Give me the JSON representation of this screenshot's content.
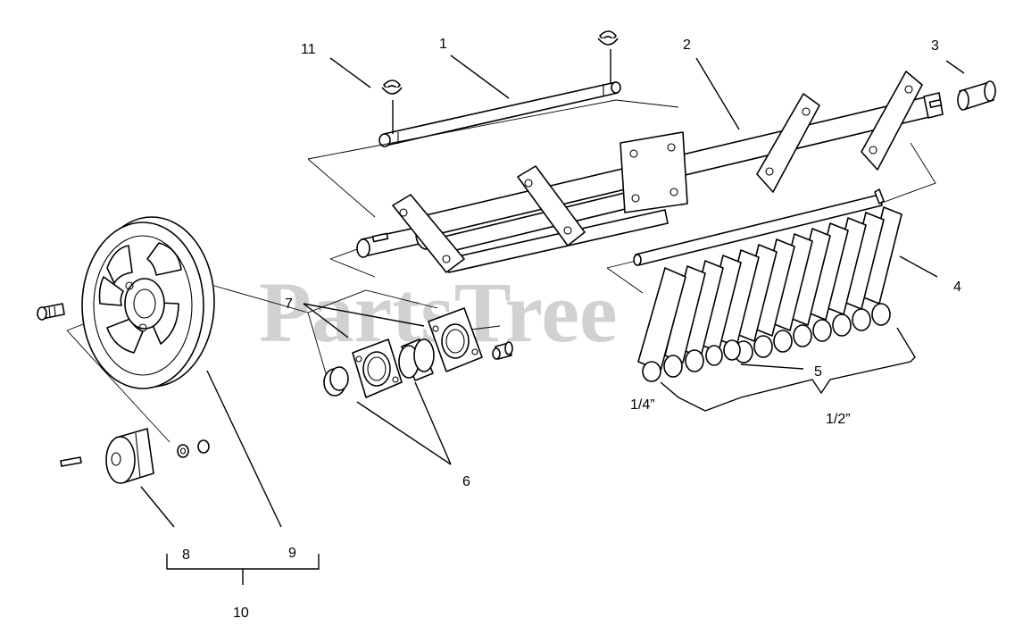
{
  "watermark": {
    "text": "PartsTree",
    "trademark": "™"
  },
  "callouts": {
    "c1": "1",
    "c2": "2",
    "c3": "3",
    "c4": "4",
    "c5": "5",
    "c6": "6",
    "c7": "7",
    "c8": "8",
    "c9": "9",
    "c10": "10",
    "c11": "11"
  },
  "spacer_labels": {
    "quarter": "1/4”",
    "half": "1/2”"
  }
}
